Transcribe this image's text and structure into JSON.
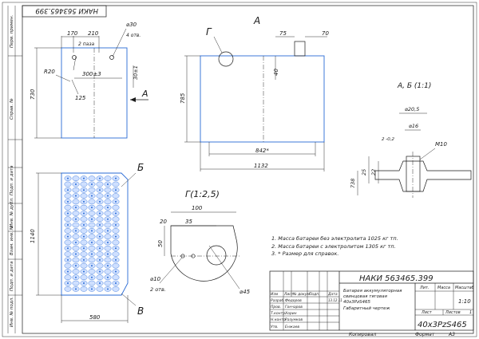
{
  "stamp_top": "НАКИ 563465.399",
  "side_labels": [
    "Перв. примен.",
    "Справ. №",
    "Подп. и дата",
    "Инв. № дубл.",
    "Взам. инв. №",
    "Подп. и дата",
    "Инв. № подл."
  ],
  "view_a": {
    "label": "А",
    "dim_75": "75",
    "dim_70": "70",
    "dim_40": "40",
    "dim_785": "785",
    "dim_842": "842*",
    "dim_1132": "1132",
    "callout_g": "Г"
  },
  "top_view": {
    "dim_170": "170",
    "dim_210": "210",
    "note_2paza": "2 паза",
    "dim_d30": "⌀30",
    "note_4otv": "4 отв.",
    "dim_r20": "R20",
    "dim_300": "300±3",
    "dim_30": "30±1",
    "dim_125": "125",
    "dim_730": "730",
    "arrow_a": "А"
  },
  "plan_view": {
    "label_b": "Б",
    "label_v": "В",
    "dim_1140": "1140",
    "dim_580": "580"
  },
  "detail_g": {
    "title": "Г(1:2,5)",
    "dim_100": "100",
    "dim_35": "35",
    "dim_20": "20",
    "dim_50": "50",
    "dim_d10": "⌀10",
    "note_2otv": "2 отв.",
    "dim_d45": "⌀45"
  },
  "section_ab": {
    "title": "А, Б (1:1)",
    "dim_d205": "⌀20,5",
    "dim_d16": "⌀16",
    "dim_angle": "2 -0,2",
    "dim_m10": "М10",
    "dim_25": "25",
    "dim_22": "22",
    "dim_738": "738"
  },
  "notes": [
    "1. Масса батареи без электролита 1025 кг тп.",
    "2. Масса батареи с электролитом 1305 кг тп.",
    "3. * Размер для справок."
  ],
  "title_block": {
    "designation": "НАКИ 563465.399",
    "name_lines": [
      "Батарея аккумуляторная",
      "свинцовая тяговая",
      "40х3PzS465",
      "Габаритный чертеж"
    ],
    "col_headers": [
      "Изм",
      "Лист",
      "№ докум.",
      "Подп.",
      "Дата"
    ],
    "roles": [
      {
        "role": "Разраб.",
        "name": "Федоров",
        "date": "13.12.11"
      },
      {
        "role": "Пров.",
        "name": "Гончаров",
        "date": ""
      },
      {
        "role": "Т.контр.",
        "name": "Хорин",
        "date": ""
      },
      {
        "role": "Н.контр.",
        "name": "Разумков",
        "date": ""
      },
      {
        "role": "Утв.",
        "name": "Енжаев",
        "date": ""
      }
    ],
    "lit_header": "Лит.",
    "mass_header": "Масса",
    "scale_header": "Масштаб",
    "scale_value": "1:10",
    "sheet_label": "Лист",
    "sheets_label": "Листов",
    "sheets_value": "1",
    "code": "40х3PzS465",
    "copied": "Копировал",
    "format_label": "Формат",
    "format_value": "А3"
  }
}
